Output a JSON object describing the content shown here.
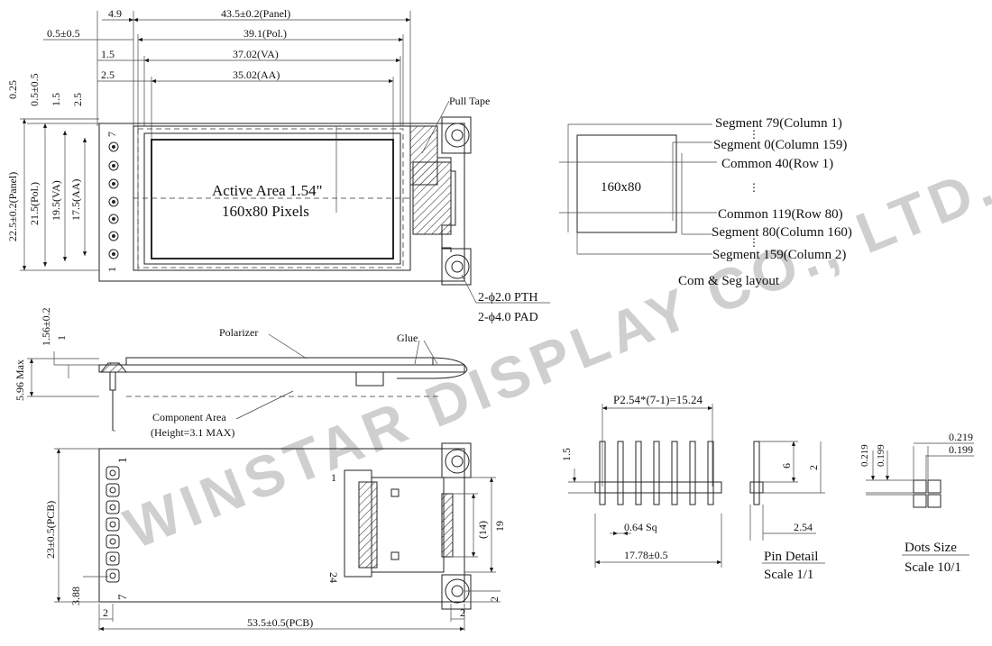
{
  "watermark": "WINSTAR DISPLAY CO., LTD.",
  "front": {
    "dim_4_9": "4.9",
    "dim_panel_w": "43.5±0.2(Panel)",
    "dim_0_5": "0.5±0.5",
    "dim_pol_w": "39.1(Pol.)",
    "dim_1_5": "1.5",
    "dim_va_w": "37.02(VA)",
    "dim_2_5": "2.5",
    "dim_aa_w": "35.02(AA)",
    "v_0_25": "0.25",
    "v_0_5": "0.5±0.5",
    "v_1_5": "1.5",
    "v_2_5": "2.5",
    "dim_panel_h": "22.5±0.2(Panel)",
    "dim_pol_h": "21.5(Pol.)",
    "dim_va_h": "19.5(VA)",
    "dim_aa_h": "17.5(AA)",
    "pin_top": "7",
    "pin_bottom": "1",
    "active_line1": "Active Area 1.54\"",
    "active_line2": "160x80 Pixels",
    "pull_tape": "Pull Tape",
    "hole_line1": "2-ϕ2.0 PTH",
    "hole_line2": "2-ϕ4.0 PAD"
  },
  "comseg": {
    "seg79": "Segment 79(Column 1)",
    "seg0": "Segment 0(Column 159)",
    "com40": "Common 40(Row 1)",
    "res": "160x80",
    "com119": "Common 119(Row 80)",
    "seg80": "Segment 80(Column 160)",
    "seg159": "Segment 159(Column 2)",
    "caption": "Com & Seg layout"
  },
  "side": {
    "dim_1_56": "1.56±0.2",
    "dim_1": "1",
    "dim_5_96": "5.96 Max",
    "polarizer": "Polarizer",
    "glue": "Glue",
    "component1": "Component Area",
    "component2": "(Height=3.1 MAX)"
  },
  "back": {
    "pin_top": "1",
    "pin_bottom": "7",
    "fpc_1": "1",
    "fpc_24": "24",
    "dim_pcb_h": "23±0.5(PCB)",
    "dim_3_88": "3.88",
    "dim_2_left": "2",
    "dim_pcb_w": "53.5±0.5(PCB)",
    "dim_2_bottom": "2",
    "dim_2_right": "2",
    "dim_14": "(14)",
    "dim_19": "19"
  },
  "pin": {
    "pitch": "P2.54*(7-1)=15.24",
    "dim_1_5": "1.5",
    "sq": "0.64 Sq",
    "width": "17.78±0.5",
    "dim_6": "6",
    "dim_2": "2",
    "dim_2_54": "2.54",
    "caption": "Pin Detail",
    "scale": "Scale 1/1"
  },
  "dots": {
    "v_0_219": "0.219",
    "v_0_199": "0.199",
    "h_0_219": "0.219",
    "h_0_199": "0.199",
    "caption": "Dots Size",
    "scale": "Scale 10/1"
  }
}
